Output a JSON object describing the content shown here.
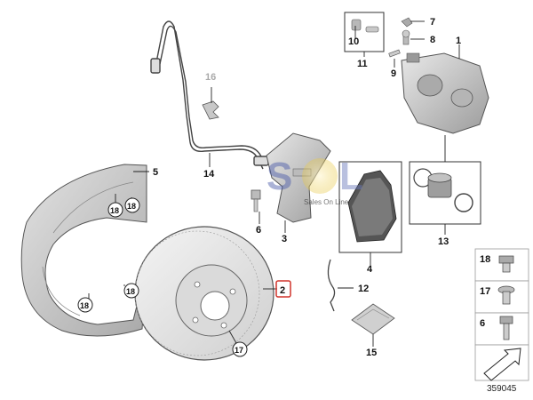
{
  "diagram": {
    "part_callouts": {
      "p1": "1",
      "p2": "2",
      "p3": "3",
      "p4": "4",
      "p5": "5",
      "p6": "6",
      "p7": "7",
      "p8": "8",
      "p9": "9",
      "p10": "10",
      "p11": "11",
      "p12": "12",
      "p13": "13",
      "p14": "14",
      "p15": "15",
      "p16": "16"
    },
    "circled_callouts": {
      "c18_a": "18",
      "c18_b": "18",
      "c18_c": "18",
      "c18_d": "18",
      "c17": "17"
    },
    "legend": {
      "items": [
        "18",
        "17",
        "6"
      ]
    },
    "diagram_id": "359045",
    "watermark": {
      "letters": "SOL",
      "tagline": "Sales On Line"
    },
    "colors": {
      "highlight_box": "#d0342c",
      "disc": "#e6e6e6",
      "shield": "#d4d4d4",
      "line": "#333333",
      "watermark_s": "#4a5aa8",
      "watermark_o": "#e8c94a",
      "watermark_l": "#6a78bb"
    }
  }
}
